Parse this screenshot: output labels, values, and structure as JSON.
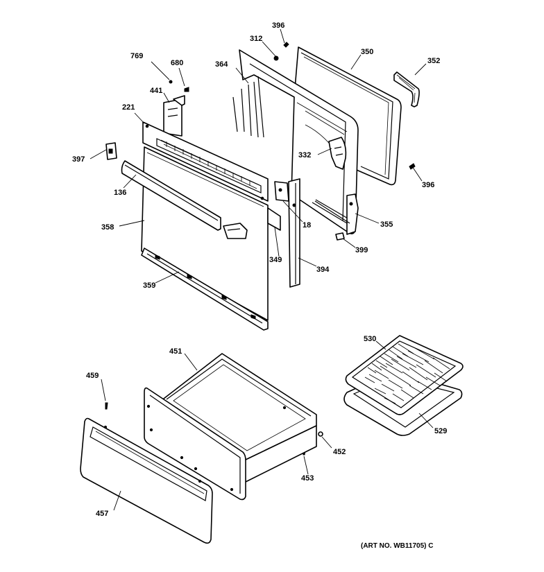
{
  "diagram": {
    "art_number": "(ART NO. WB11705) C",
    "labels": {
      "p769": "769",
      "p680": "680",
      "p441": "441",
      "p221": "221",
      "p397": "397",
      "p136": "136",
      "p358": "358",
      "p359": "359",
      "p364": "364",
      "p312": "312",
      "p396a": "396",
      "p350": "350",
      "p352": "352",
      "p332": "332",
      "p396b": "396",
      "p355": "355",
      "p399": "399",
      "p18": "18",
      "p349": "349",
      "p394": "394",
      "p451": "451",
      "p459": "459",
      "p457": "457",
      "p452": "452",
      "p453": "453",
      "p530": "530",
      "p529": "529"
    }
  }
}
